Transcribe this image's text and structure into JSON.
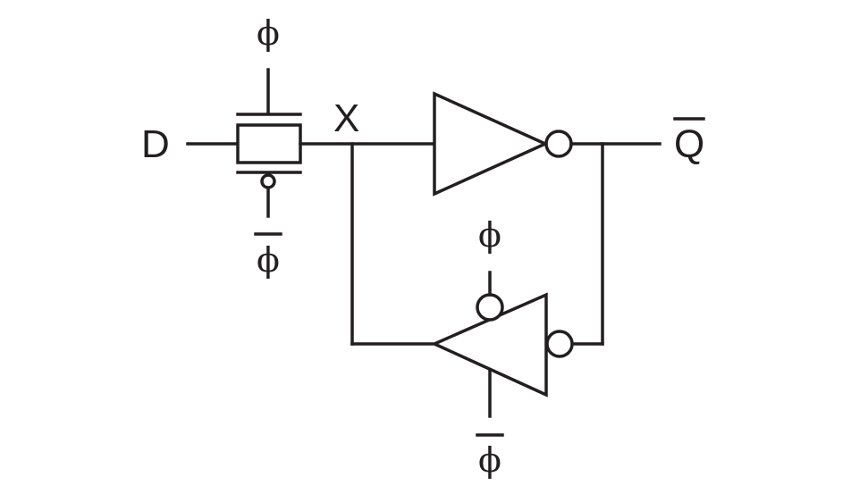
{
  "diagram": {
    "input_label": "D",
    "node_label": "X",
    "output_label": "Q",
    "clock_labels": {
      "tgate_top": "ϕ",
      "tgate_bottom": "ϕ",
      "tristate_top": "ϕ",
      "tristate_bottom": "ϕ"
    }
  },
  "colors": {
    "ink": "#231f20",
    "background": "#ffffff"
  }
}
